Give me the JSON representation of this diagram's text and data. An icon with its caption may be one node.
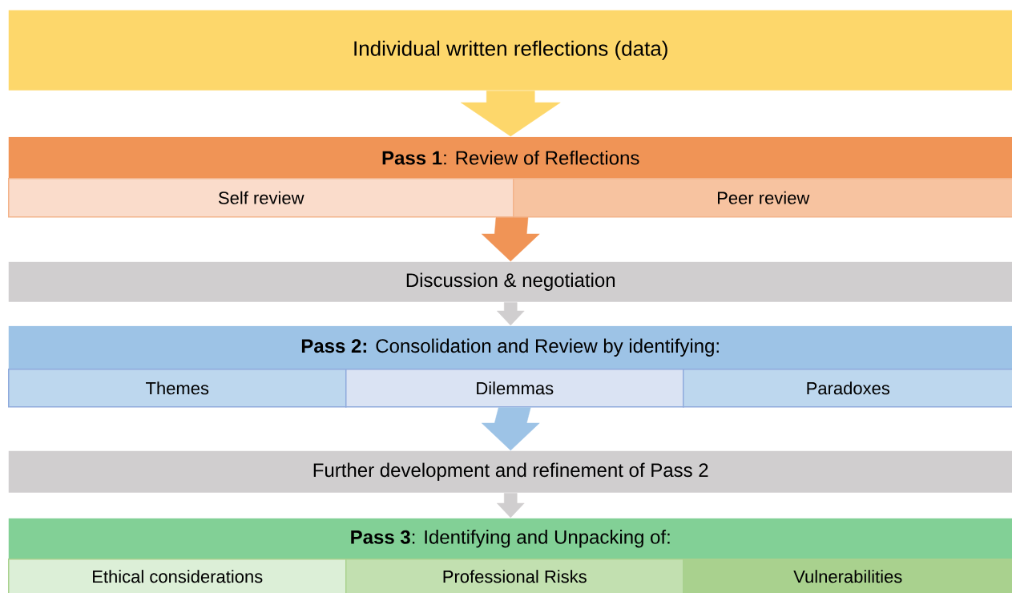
{
  "diagram": {
    "nodes": [
      {
        "text": [
          "Individual written reflections (data)"
        ]
      },
      {
        "text": [
          "**Pass 1**: Review of Reflections"
        ]
      },
      {
        "text": [
          "Self review"
        ]
      },
      {
        "text": [
          "Peer review"
        ]
      },
      {
        "text": [
          "Discussion & negotiation"
        ]
      },
      {
        "text": [
          "**Pass 2:** Consolidation and Review by identifying:"
        ]
      },
      {
        "text": [
          "Themes"
        ]
      },
      {
        "text": [
          "Dilemmas"
        ]
      },
      {
        "text": [
          "Paradoxes"
        ]
      },
      {
        "text": [
          "Further development and refinement of Pass 2"
        ]
      },
      {
        "text": [
          "**Pass 3**: Identifying and Unpacking of:"
        ]
      },
      {
        "text": [
          "Ethical considerations"
        ]
      },
      {
        "text": [
          "Professional Risks"
        ]
      },
      {
        "text": [
          "Vulnerabilities"
        ]
      }
    ],
    "edges": [
      {
        "from": 0,
        "to": 1,
        "arrow": "to",
        "color": "#fdd76b"
      },
      {
        "from": 2,
        "to": 4,
        "arrow": "to",
        "color": "#f09456"
      },
      {
        "from": 3,
        "to": 4,
        "arrow": "to",
        "color": "#f09456"
      },
      {
        "from": 4,
        "to": 5,
        "arrow": "to",
        "color": "#d0cecf"
      },
      {
        "from": 7,
        "to": 9,
        "arrow": "to",
        "color": "#9dc3e6"
      },
      {
        "from": 9,
        "to": 10,
        "arrow": "to",
        "color": "#d0cecf"
      }
    ]
  }
}
